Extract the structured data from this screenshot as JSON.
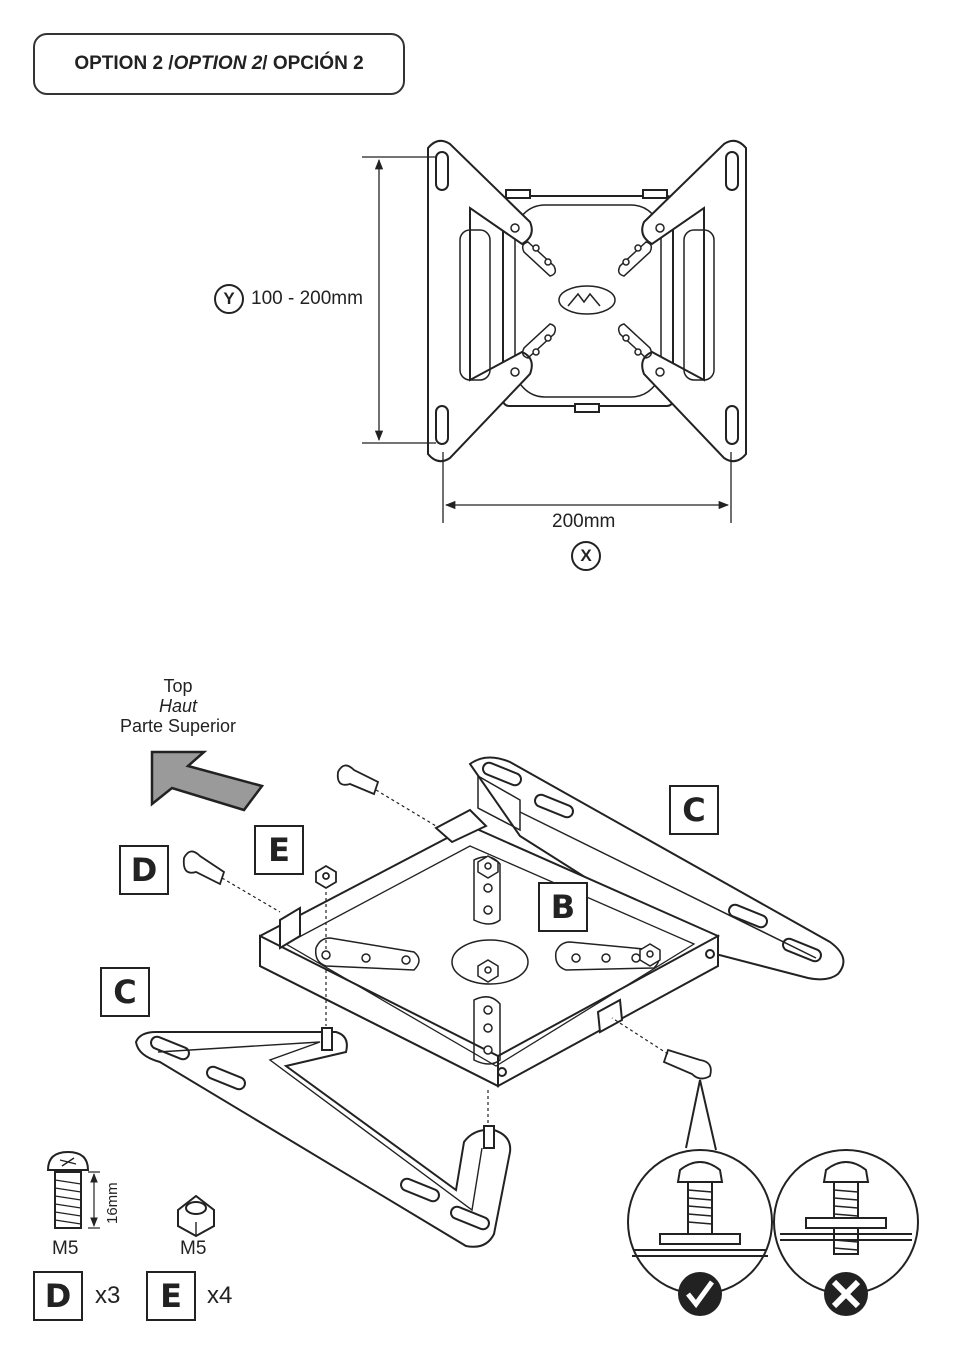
{
  "header": {
    "option_a": "OPTION 2 / ",
    "option_b": "OPTION 2",
    "option_c": " / OPCIÓN 2"
  },
  "dimensions": {
    "y_axis_letter": "Y",
    "y_range": "100 - 200mm",
    "x_value": "200mm",
    "x_axis_letter": "X"
  },
  "orientation": {
    "line1": "Top",
    "line2": "Haut",
    "line3": "Parte Superior"
  },
  "part_labels": {
    "b": "B",
    "c": "C",
    "d": "D",
    "e": "E"
  },
  "hardware": {
    "screw_length": "16mm",
    "screw_size": "M5",
    "nut_size": "M5",
    "screw_letter": "D",
    "screw_qty": "x3",
    "nut_letter": "E",
    "nut_qty": "x4"
  }
}
